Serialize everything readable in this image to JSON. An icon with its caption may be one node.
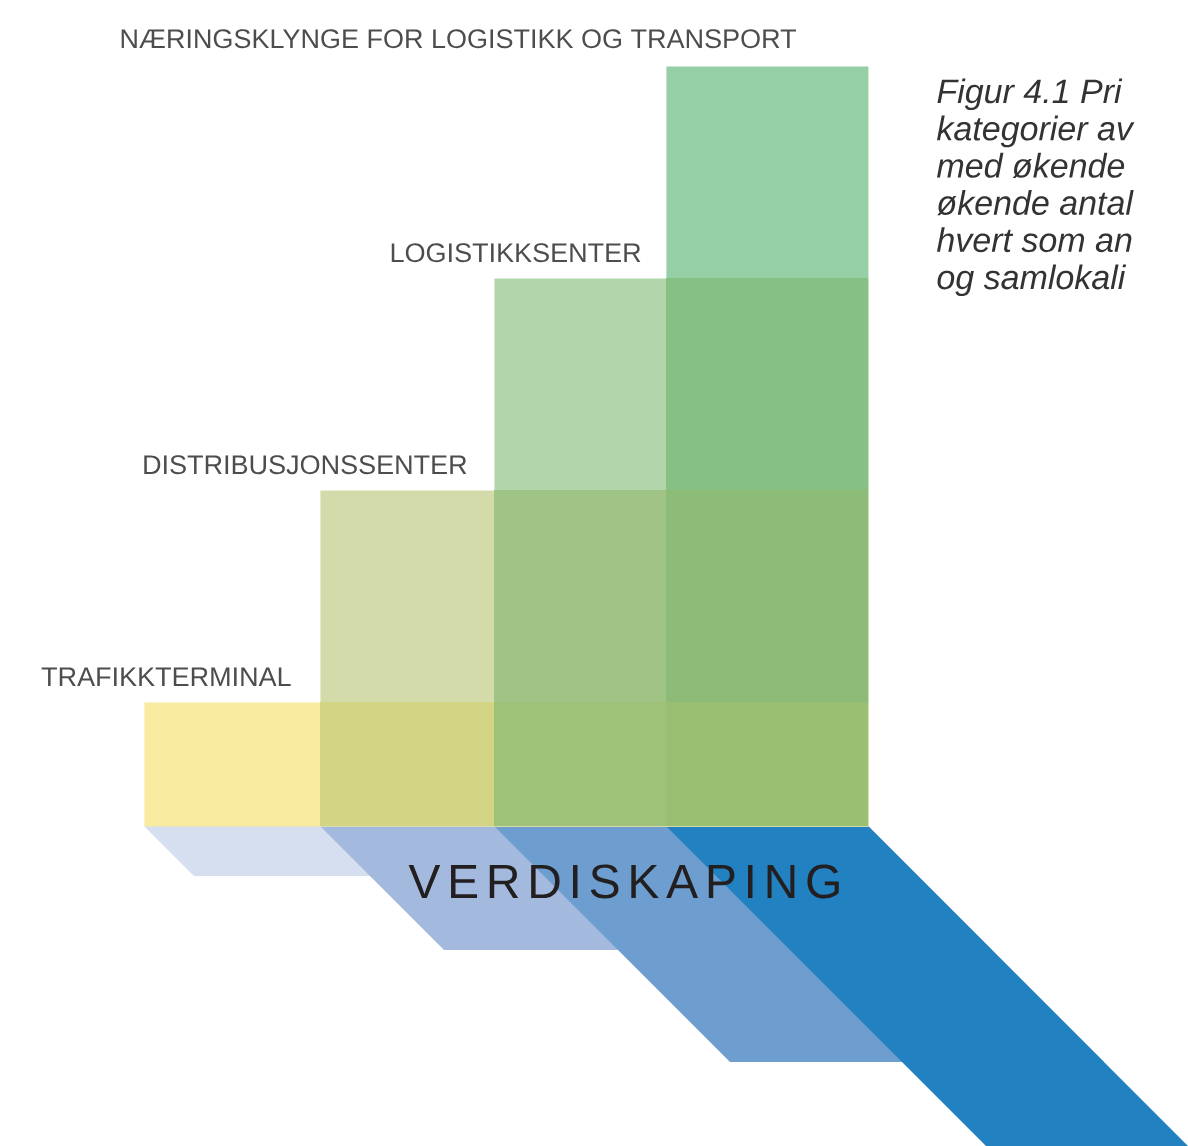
{
  "diagram": {
    "caption": "Figur 4.1 Pri kategorier av med økende økende antal hvert som an og samlokali",
    "nodes": [
      {
        "text": [
          "NÆRINGSKLYNGE FOR LOGISTIKK OG TRANSPORT"
        ]
      },
      {
        "text": [
          "LOGISTIKKSENTER"
        ]
      },
      {
        "text": [
          "DISTRIBUSJONSSENTER"
        ]
      },
      {
        "text": [
          "TRAFIKKTERMINAL"
        ]
      }
    ],
    "labels": [
      "VERDISKAPING"
    ]
  }
}
